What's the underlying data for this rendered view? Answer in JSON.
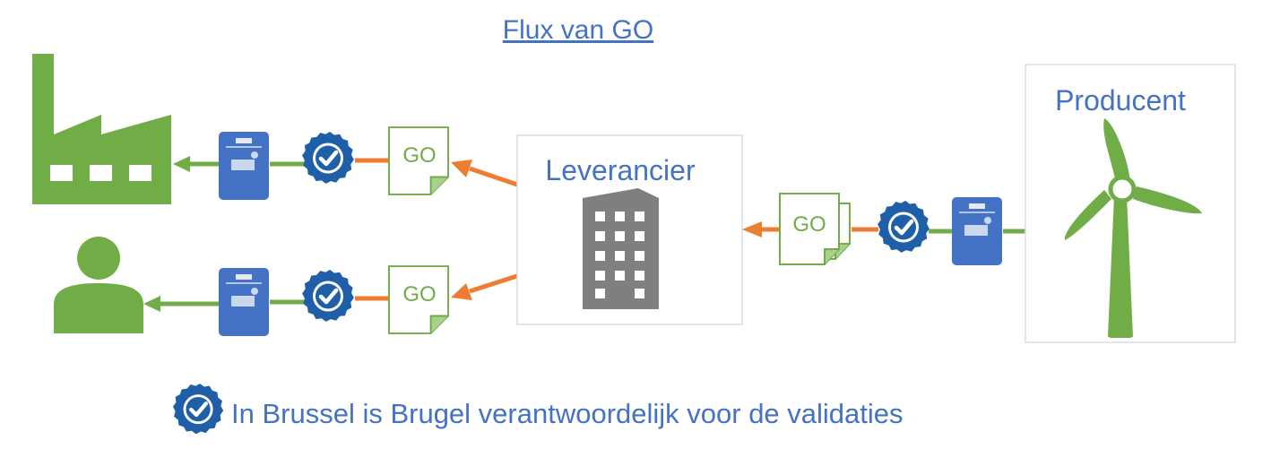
{
  "title": "Flux van GO",
  "nodes": {
    "supplier_label": "Leverancier",
    "producer_label": "Producent",
    "go_label": "GO"
  },
  "legend": {
    "text": "In Brussel is Brugel verantwoordelijk voor de validaties"
  },
  "colors": {
    "green": "#70ad47",
    "orange": "#ed7d31",
    "blue": "#4472c4",
    "gray": "#7f7f7f",
    "badge": "#1f5fa8"
  },
  "icons": [
    "factory-icon",
    "person-icon",
    "building-icon",
    "wind-turbine-icon",
    "meter-icon",
    "validation-badge-icon",
    "go-document-icon"
  ]
}
